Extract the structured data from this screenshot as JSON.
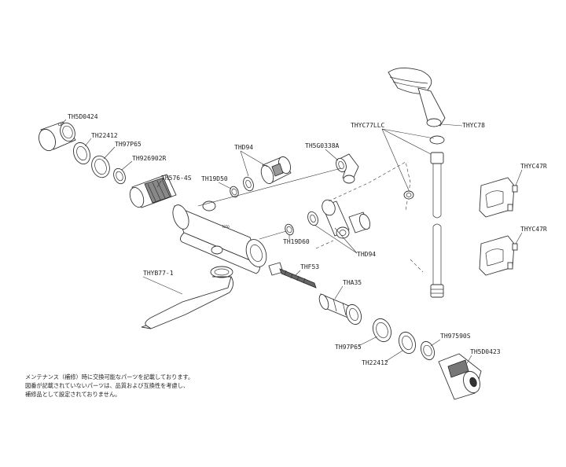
{
  "labels": {
    "TH5D0424": "TH5D0424",
    "TH22412_top": "TH22412",
    "TH97P65_top": "TH97P65",
    "TH926902R": "TH926902R",
    "TH576_4S": "TH576-4S",
    "TH19D50_left": "TH19D50",
    "THD94_top": "THD94",
    "TH5G0338A": "TH5G0338A",
    "THYC77LLC": "THYC77LLC",
    "THYC78": "THYC78",
    "THYC47R_1": "THYC47R",
    "THYC47R_2": "THYC47R",
    "TH19D60": "TH19D60",
    "THD94_bottom": "THD94",
    "THF53": "THF53",
    "THYB77_1": "THYB77-1",
    "THA35": "THA35",
    "TH97P65_bottom": "TH97P65",
    "TH22412_bottom": "TH22412",
    "TH97590S": "TH97590S",
    "TH5D0423": "TH5D0423"
  },
  "note": {
    "line1": "メンテナンス（補修）時に交換可能なパーツを記載しております。",
    "line2": "図番が記載されていないパーツは、品質および互換性を考慮し、",
    "line3": "補修品として設定されておりません。"
  }
}
